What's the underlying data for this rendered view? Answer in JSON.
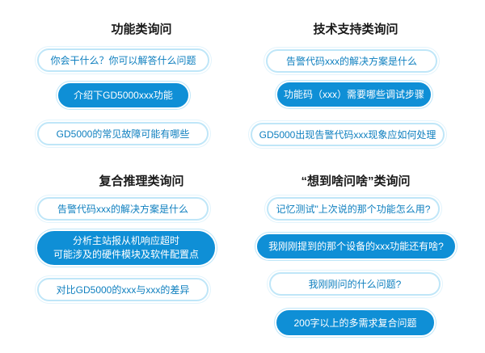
{
  "sections": {
    "functional": {
      "title": "功能类询问",
      "items": [
        "你会干什么？你可以解答什么问题",
        "介绍下GD5000xxx功能",
        "GD5000的常见故障可能有哪些"
      ]
    },
    "tech_support": {
      "title": "技术支持类询问",
      "items": [
        "告警代码xxx的解决方案是什么",
        "功能码（xxx）需要哪些调试步骤",
        "GD5000出现告警代码xxx现象应如何处理"
      ]
    },
    "compound": {
      "title": "复合推理类询问",
      "items": [
        "告警代码xxx的解决方案是什么",
        "分析主站报从机响应超时",
        "可能涉及的硬件模块及软件配置点",
        "对比GD5000的xxx与xxx的差异"
      ]
    },
    "recall": {
      "title": "“想到啥问啥”类询问",
      "items": [
        "记忆测试\"上次说的那个功能怎么用?",
        "我刚刚提到的那个设备的xxx功能还有啥?",
        "我刚刚问的什么问题?",
        "200字以上的多需求复合问题"
      ]
    }
  },
  "colors": {
    "accent": "#0f8fd6",
    "light_text": "#0e7fbf",
    "light_border": "#bfe6f8"
  }
}
